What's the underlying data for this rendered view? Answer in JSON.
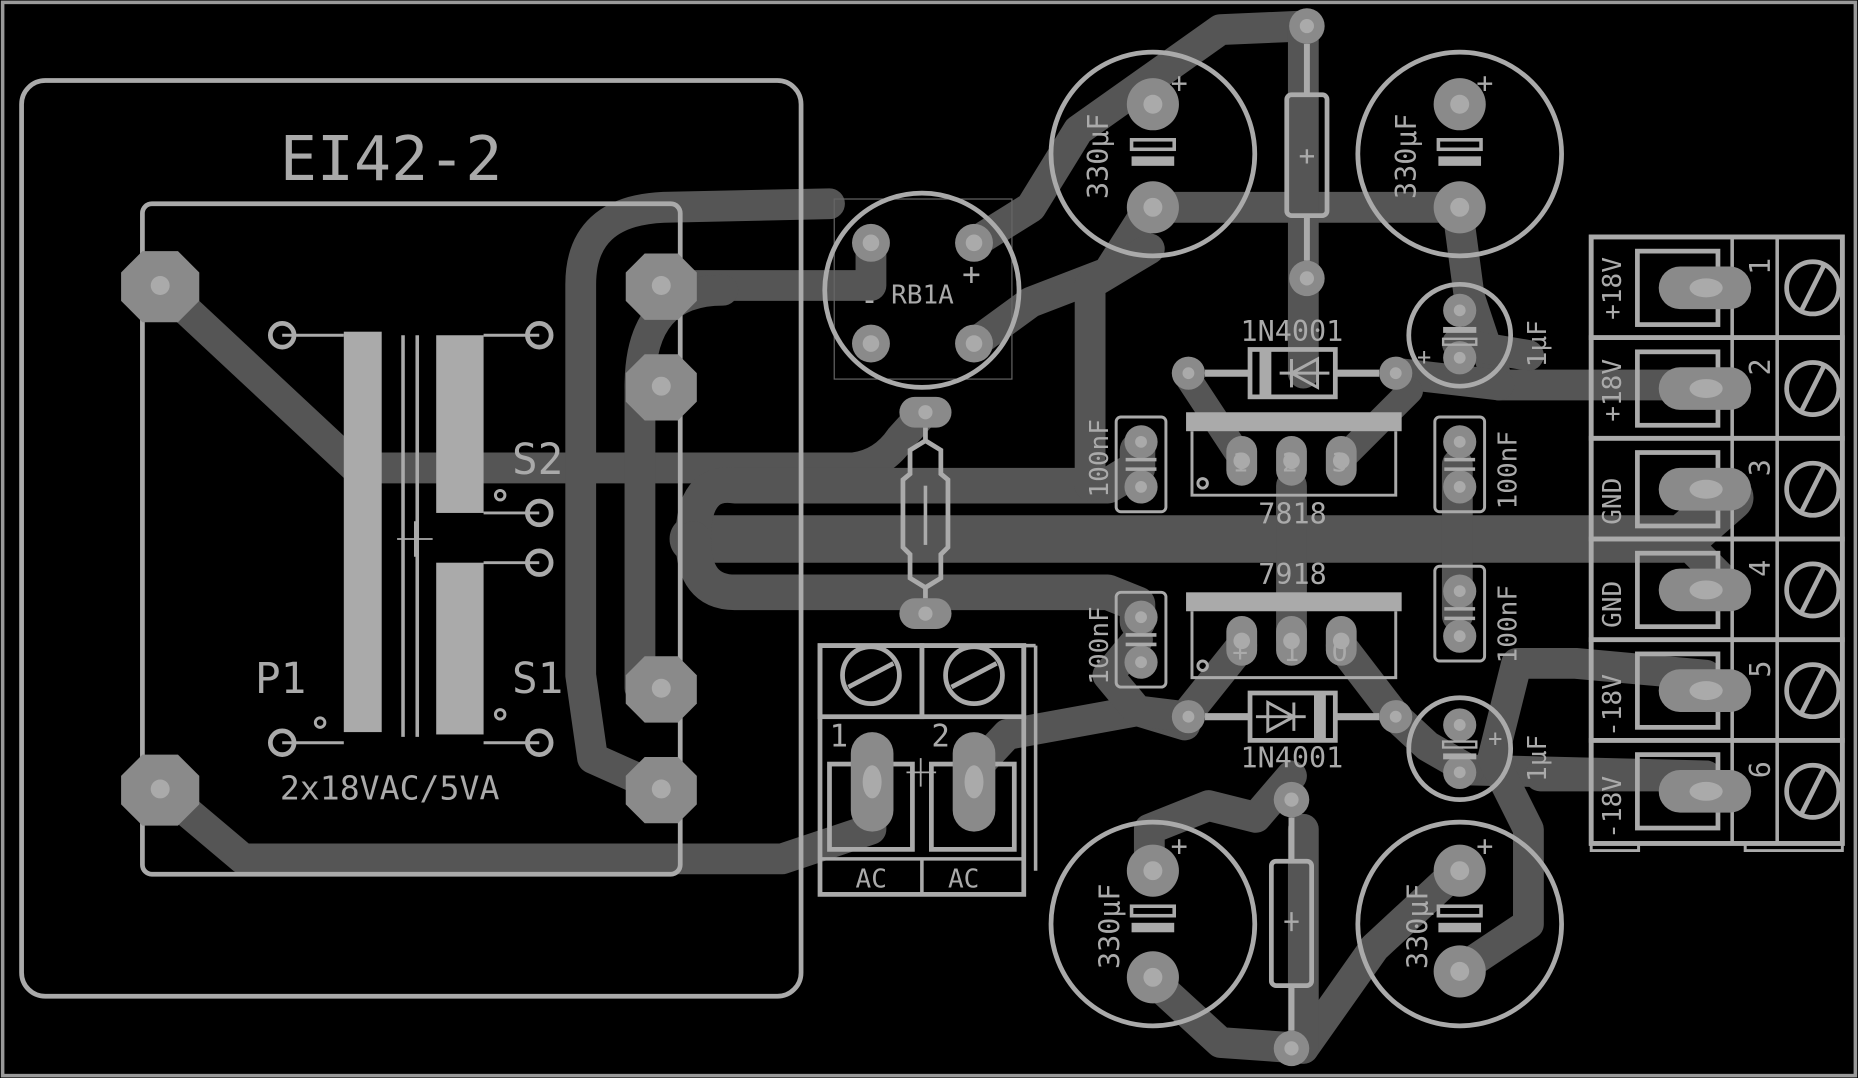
{
  "colors": {
    "background": "#000000",
    "silkscreen": "#aaaaaa",
    "copper_trace": "#555555",
    "pad": "#8a8a8a",
    "drill": "#aaaaaa"
  },
  "transformer": {
    "name": "EI42-2",
    "rating": "2x18VAC/5VA",
    "primary": "P1",
    "secondary_1": "S1",
    "secondary_2": "S2"
  },
  "rectifier": {
    "name": "RB1A",
    "plus": "+",
    "minus": "-"
  },
  "fuse": {
    "symbol": "+"
  },
  "input_terminal": {
    "pin1": "1",
    "pin2": "2",
    "label1": "AC",
    "label2": "AC"
  },
  "capacitors": {
    "electrolytic_large": "330µF",
    "electrolytic_small": "1µF",
    "ceramic": "100nF",
    "plus": "+"
  },
  "diodes": {
    "top": "1N4001",
    "bottom": "1N4001"
  },
  "regulators": {
    "positive": {
      "name": "7818",
      "pins": [
        "1",
        "2",
        "3"
      ]
    },
    "negative": {
      "name": "7918",
      "pins": [
        "+",
        "I",
        "O"
      ]
    }
  },
  "output_terminal": {
    "pins": [
      "1",
      "2",
      "3",
      "4",
      "5",
      "6"
    ],
    "labels": [
      "+18V",
      "+18V",
      "GND",
      "GND",
      "-18V",
      "-18V"
    ]
  }
}
